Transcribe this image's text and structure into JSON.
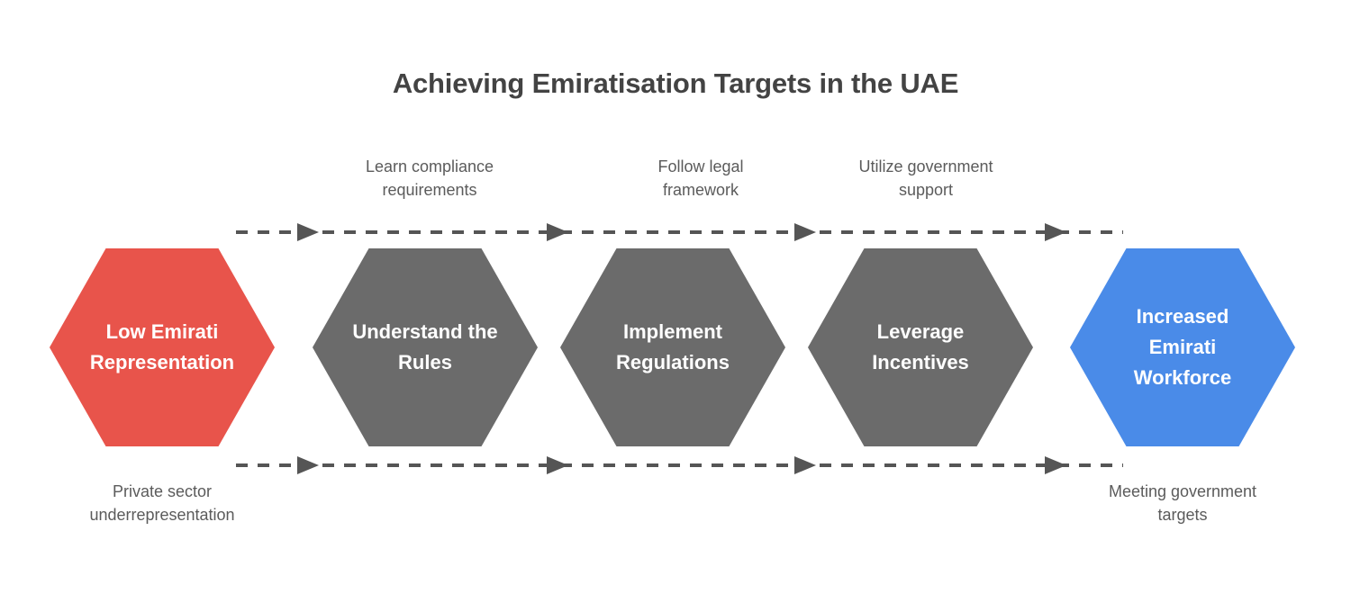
{
  "title": "Achieving Emiratisation Targets in the UAE",
  "colors": {
    "background": "#ffffff",
    "title_text": "#434343",
    "caption_text": "#5b5b5b",
    "start_node": "#E8544B",
    "process_node": "#6B6B6B",
    "end_node": "#4A8BE8",
    "connector": "#555555",
    "node_label_text": "#ffffff"
  },
  "nodes": [
    {
      "id": "low-emirati-representation",
      "label": "Low Emirati\nRepresentation",
      "role": "start",
      "color": "#E8544B"
    },
    {
      "id": "understand-the-rules",
      "label": "Understand the\nRules",
      "role": "process",
      "color": "#6B6B6B"
    },
    {
      "id": "implement-regulations",
      "label": "Implement\nRegulations",
      "role": "process",
      "color": "#6B6B6B"
    },
    {
      "id": "leverage-incentives",
      "label": "Leverage\nIncentives",
      "role": "process",
      "color": "#6B6B6B"
    },
    {
      "id": "increased-emirati-workforce",
      "label": "Increased\nEmirati\nWorkforce",
      "role": "end",
      "color": "#4A8BE8"
    }
  ],
  "top_captions": [
    {
      "id": "learn-compliance-requirements",
      "label": "Learn compliance\nrequirements"
    },
    {
      "id": "follow-legal-framework",
      "label": "Follow legal\nframework"
    },
    {
      "id": "utilize-government-support",
      "label": "Utilize government\nsupport"
    }
  ],
  "bottom_captions": [
    {
      "id": "private-sector-underrepresentation",
      "label": "Private sector\nunderrepresentation"
    },
    {
      "id": "meeting-government-targets",
      "label": "Meeting government\ntargets"
    }
  ],
  "connectors": {
    "style": "dashed",
    "arrow_count_per_line": 4,
    "lines": [
      {
        "id": "connector-top",
        "direction": "left-to-right"
      },
      {
        "id": "connector-bottom",
        "direction": "left-to-right"
      }
    ]
  },
  "chart_data": {
    "type": "diagram",
    "diagram_kind": "hexagonal-process-flow",
    "title": "Achieving Emiratisation Targets in the UAE",
    "stages": [
      "Low Emirati Representation",
      "Understand the Rules",
      "Implement Regulations",
      "Leverage Incentives",
      "Increased Emirati Workforce"
    ],
    "transition_labels": [
      "Learn compliance requirements",
      "Follow legal framework",
      "Utilize government support"
    ],
    "endpoint_notes": [
      "Private sector underrepresentation",
      "Meeting government targets"
    ]
  }
}
